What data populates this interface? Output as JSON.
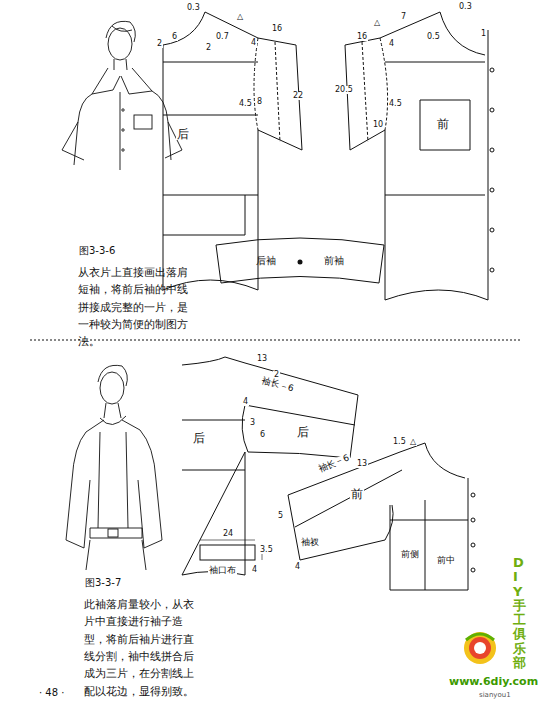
{
  "diagram": {
    "nodes": [
      {
        "text": [
          "后袖",
          "前袖"
        ]
      }
    ],
    "labels": [
      "0.3",
      "△",
      "2",
      "6",
      "0.7",
      "2",
      "16",
      "4",
      "4.5",
      "8",
      "22",
      "后",
      "7",
      "0.3",
      "△",
      "16",
      "0.5",
      "4",
      "1",
      "20.5",
      "4.5",
      "10",
      "前",
      "图3-3-6",
      "从衣片上直接画出落肩短袖，将前后袖的中线拼接成完整的一片，是一种较为简便的制图方法。",
      "13",
      "2",
      "4",
      "3",
      "6",
      "后",
      "后",
      "袖长－6",
      "4",
      "24",
      "3.5",
      "袖口布",
      "1.5",
      "△",
      "13",
      "袖长－6",
      "前",
      "袖衩",
      "5",
      "4",
      "前侧",
      "前中",
      "图3-3-7",
      "此袖落肩量较小，从衣片中直接进行袖子造型，将前后袖片进行直线分割，袖中线拼合后成为三片，在分割线上配以花边，显得别致。",
      "· 48 ·",
      "DIY手工俱乐部",
      "www.6diy.com",
      "sianyou1"
    ]
  }
}
